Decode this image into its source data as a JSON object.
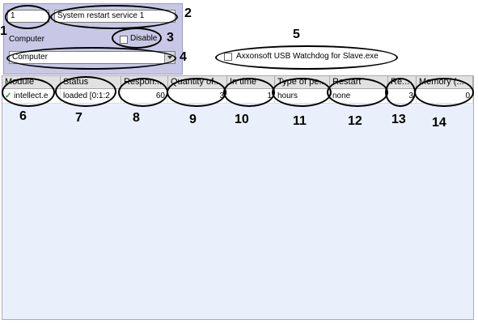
{
  "settings": {
    "id_value": "1",
    "name_value": "System restart service 1",
    "computer_label": "Computer",
    "disable_label": "Disable",
    "computer_select": "Computer",
    "slave_checkbox_label": "Axxonsoft USB Watchdog for Slave.exe"
  },
  "table": {
    "headers": [
      "Module",
      "Status",
      "Respon...",
      "Quantity of...",
      "In time",
      "Type of pe...",
      "Restart",
      "Re...",
      "Memory (..."
    ],
    "row": [
      "intellect.e",
      "loaded [0:1:2",
      "60",
      "3",
      "1",
      "hours",
      "none",
      "3",
      "0"
    ]
  },
  "callouts": [
    "1",
    "2",
    "3",
    "4",
    "5",
    "6",
    "7",
    "8",
    "9",
    "10",
    "11",
    "12",
    "13",
    "14"
  ]
}
